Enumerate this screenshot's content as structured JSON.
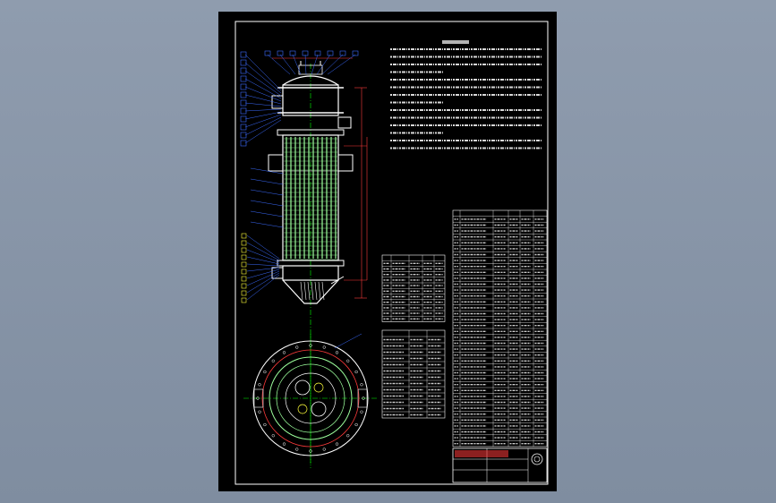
{
  "drawing": {
    "title_block_text": [
      "",
      "",
      ""
    ],
    "colors": {
      "background": "#8a97aa",
      "sheet": "#000000",
      "frame": "#ffffff",
      "outline": "#ffffff",
      "tube_bundle": "#9cff9c",
      "centerline": "#00ff00",
      "dimension": "#ff3b3b",
      "leader": "#3b6bff",
      "callout": "#ffff3b",
      "table_line": "#ffffff"
    },
    "callouts_left": [
      "",
      "",
      "",
      "",
      "",
      "",
      "",
      "",
      "",
      "",
      "",
      ""
    ],
    "callouts_top": [
      "",
      "",
      "",
      "",
      "",
      "",
      "",
      ""
    ],
    "notes_heading": "",
    "notes_lines": 14,
    "nozzle_table_rows": 12,
    "spec_table_rows": 14,
    "parts_list_rows": 40
  }
}
